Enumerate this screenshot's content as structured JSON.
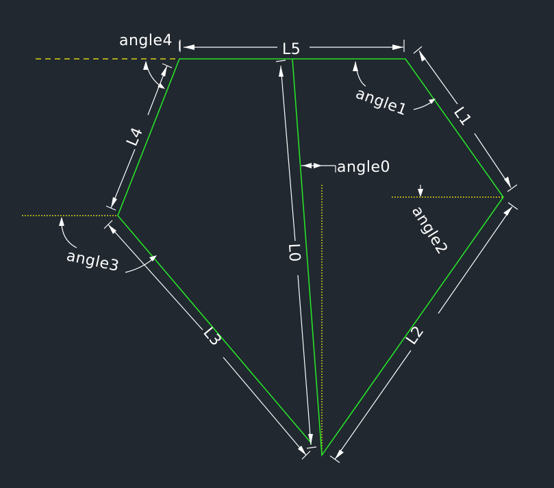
{
  "labels": {
    "L0": "L0",
    "L1": "L1",
    "L2": "L2",
    "L3": "L3",
    "L4": "L4",
    "L5": "L5",
    "angle0": "angle0",
    "angle1": "angle1",
    "angle2": "angle2",
    "angle3": "angle3",
    "angle4": "angle4"
  },
  "colors": {
    "background": "#212830",
    "outline": "#27e327",
    "dimension": "#ffffff",
    "reference_line": "#d8d21a"
  }
}
